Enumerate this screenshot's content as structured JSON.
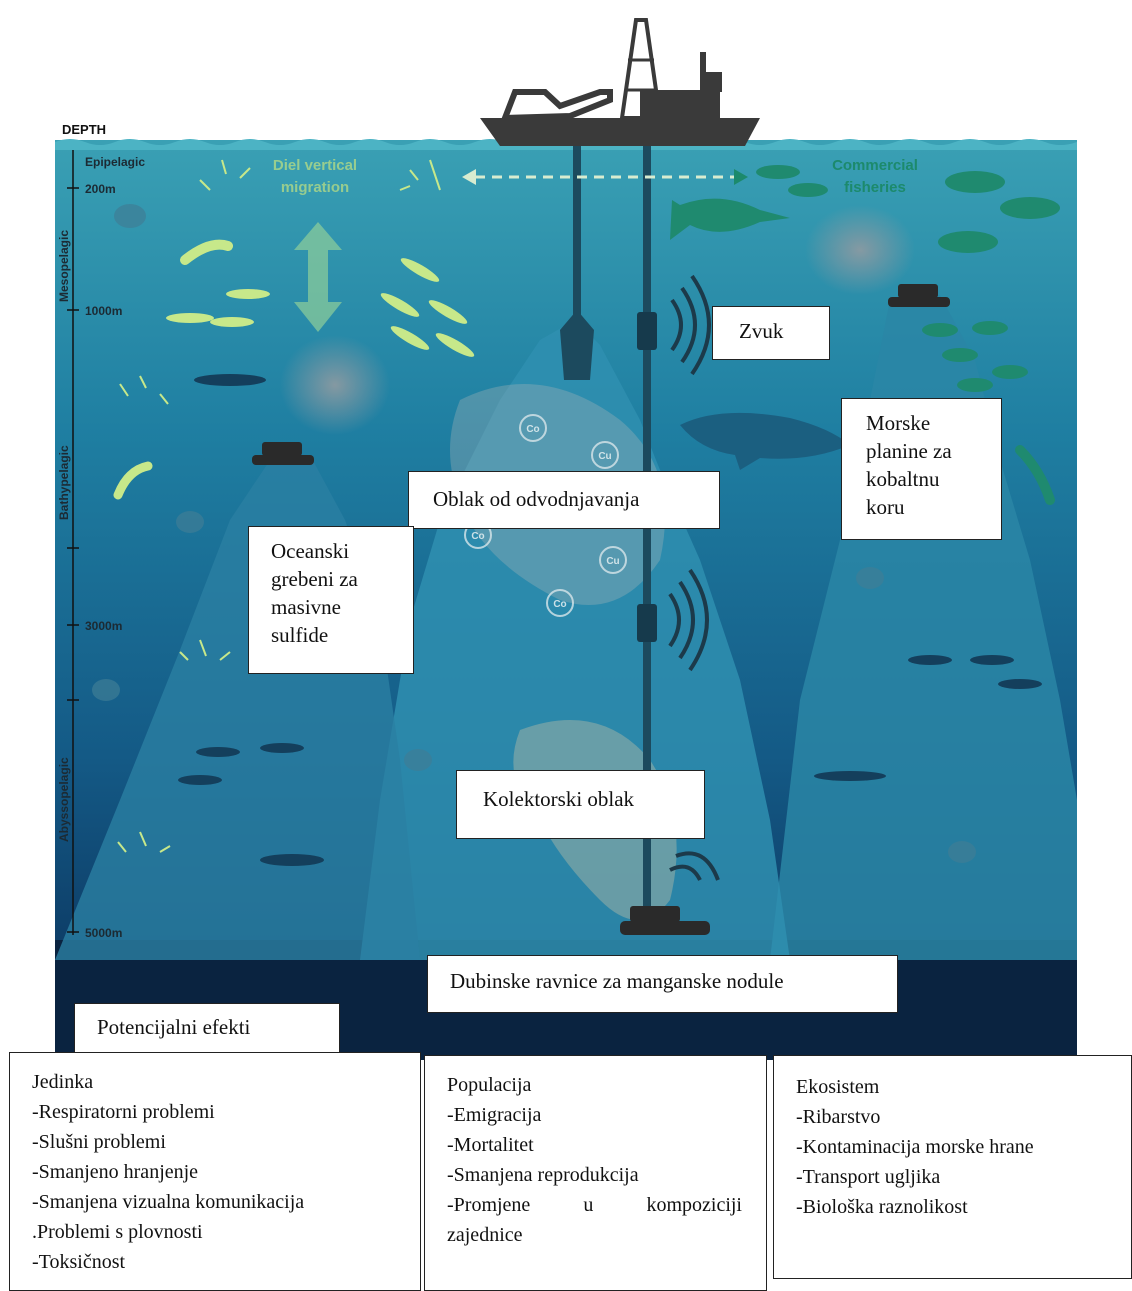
{
  "depth_axis": {
    "title": "DEPTH",
    "zones": [
      "Epipelagic",
      "Mesopelagic",
      "Bathypelagic",
      "Abyssopelagic"
    ],
    "marks": [
      "200m",
      "1000m",
      "3000m",
      "5000m"
    ]
  },
  "scene_labels": {
    "diel_vertical_migration": [
      "Diel vertical",
      "migration"
    ],
    "commercial_fisheries": [
      "Commercial",
      "fisheries"
    ],
    "elements": [
      "Co",
      "Cu",
      "Co",
      "Cu",
      "Co"
    ]
  },
  "callouts": {
    "sound": "Zvuk",
    "seamounts": [
      "Morske",
      "planine za",
      "kobaltnu",
      "koru"
    ],
    "dewatering_plume": "Oblak od odvodnjavanja",
    "ocean_ridges": [
      "Oceanski",
      "grebeni za",
      "masivne",
      "sulfide"
    ],
    "collector_plume": "Kolektorski oblak",
    "abyssal_plains": "Dubinske ravnice za manganske nodule",
    "potential_effects": "Potencijalni efekti"
  },
  "effects": {
    "individual": {
      "title": "Jedinka",
      "items": [
        "-Respiratorni problemi",
        "-Slušni problemi",
        "-Smanjeno hranjenje",
        "-Smanjena vizualna komunikacija",
        ".Problemi s plovnosti",
        "-Toksičnost"
      ]
    },
    "population": {
      "title": "Populacija",
      "items": [
        "-Emigracija",
        "-Mortalitet",
        "-Smanjena reprodukcija",
        "-Promjene u kompoziciji",
        "zajednice"
      ]
    },
    "ecosystem": {
      "title": "Ekosistem",
      "items": [
        "-Ribarstvo",
        "-Kontaminacija morske hrane",
        "-Transport ugljika",
        "-Biološka raznolikost"
      ]
    }
  },
  "colors": {
    "water_top": "#3aa0b4",
    "water_mid": "#1a6e94",
    "water_deep": "#0d3c66",
    "abyss": "#0a2340",
    "mountain": "#2a86a6",
    "ship": "#3a3a3a",
    "fish_light": "#c7e88a",
    "fish_teal": "#1f8a6f",
    "label_light": "#b8dd84",
    "label_teal": "#1c8a6c"
  }
}
